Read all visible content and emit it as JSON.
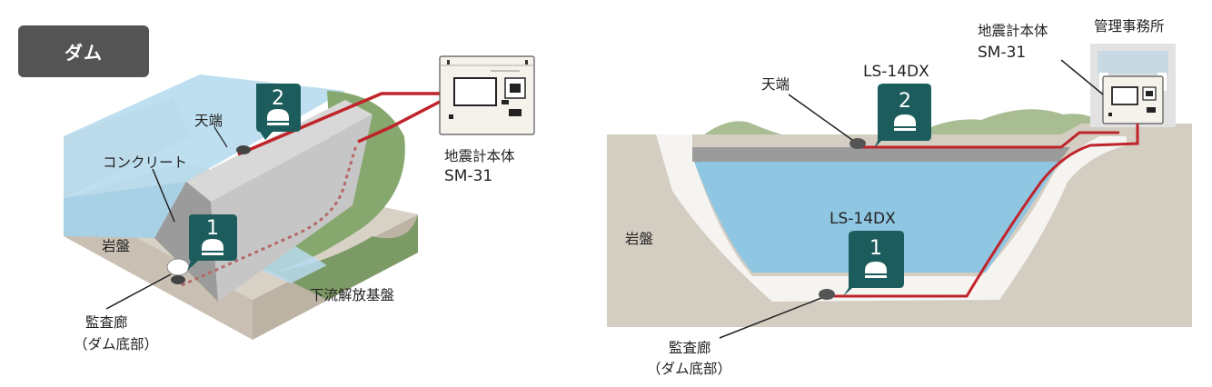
{
  "header": {
    "title": "ダム"
  },
  "left_diagram": {
    "labels": {
      "crest": "天端",
      "concrete": "コンクリート",
      "bedrock": "岩盤",
      "gallery_line1": "監査廊",
      "gallery_line2": "（ダム底部）",
      "downstream": "下流解放基盤",
      "unit_line1": "地震計本体",
      "unit_line2": "SM-31"
    },
    "markers": [
      {
        "num": "1"
      },
      {
        "num": "2"
      }
    ]
  },
  "right_diagram": {
    "labels": {
      "crest": "天端",
      "sensor_top": "LS-14DX",
      "sensor_bottom": "LS-14DX",
      "bedrock": "岩盤",
      "gallery_line1": "監査廊",
      "gallery_line2": "（ダム底部）",
      "unit_line1": "地震計本体",
      "unit_line2": "SM-31",
      "office": "管理事務所"
    },
    "markers": [
      {
        "num": "1"
      },
      {
        "num": "2"
      }
    ]
  },
  "colors": {
    "cable": "#c0242b",
    "marker": "#1d5c5c",
    "water": "#9fd0e8",
    "ground": "#d4cdc2",
    "concrete": "#c8c8c8",
    "hill": "#8aaa72"
  }
}
